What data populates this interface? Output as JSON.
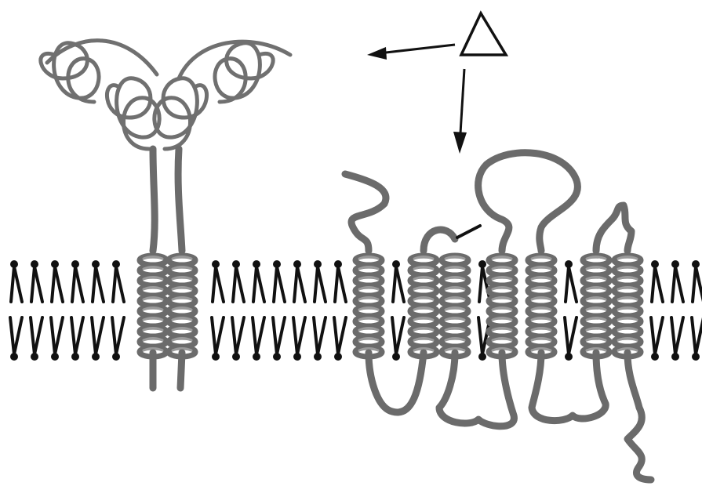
{
  "figure": {
    "symbol": "triangle",
    "colors": {
      "protein": "#6b6b6b",
      "lipid": "#111111",
      "background": "#ffffff"
    },
    "elements": [
      "lipid-bilayer",
      "receptor-tyrosine-kinase-dimer",
      "seven-transmembrane-receptor",
      "ligand-triangle",
      "arrows"
    ]
  }
}
